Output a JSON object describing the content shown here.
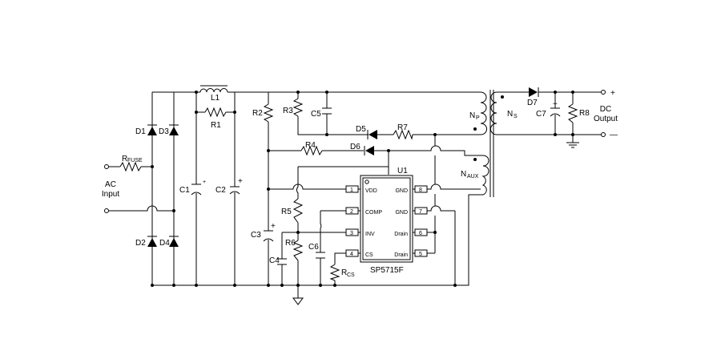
{
  "labels": {
    "d1": "D1",
    "d2": "D2",
    "d3": "D3",
    "d4": "D4",
    "d5": "D5",
    "d6": "D6",
    "d7": "D7",
    "r1": "R1",
    "r2": "R2",
    "r3": "R3",
    "r4": "R4",
    "r5": "R5",
    "r6": "R6",
    "r7": "R7",
    "r8": "R8",
    "c1": "C1",
    "c2": "C2",
    "c3": "C3",
    "c4": "C4",
    "c5": "C5",
    "c6": "C6",
    "c7": "C7",
    "l1": "L1",
    "u1": "U1",
    "rfuse_main": "R",
    "rfuse_sub": "FUSE",
    "rcs_main": "R",
    "rcs_sub": "CS",
    "np_main": "N",
    "np_sub": "P",
    "ns_main": "N",
    "ns_sub": "S",
    "naux_main": "N",
    "naux_sub": "AUX",
    "ac_line1": "AC",
    "ac_line2": "Input",
    "dc_line1": "DC",
    "dc_line2": "Output",
    "plus": "+",
    "minus": "—"
  },
  "ic": {
    "name": "SP5715F",
    "pins_left": [
      {
        "num": "1",
        "name": "VDD"
      },
      {
        "num": "2",
        "name": "COMP"
      },
      {
        "num": "3",
        "name": "INV"
      },
      {
        "num": "4",
        "name": "CS"
      }
    ],
    "pins_right": [
      {
        "num": "8",
        "name": "GND"
      },
      {
        "num": "7",
        "name": "GND"
      },
      {
        "num": "6",
        "name": "Drain"
      },
      {
        "num": "5",
        "name": "Drain"
      }
    ]
  }
}
